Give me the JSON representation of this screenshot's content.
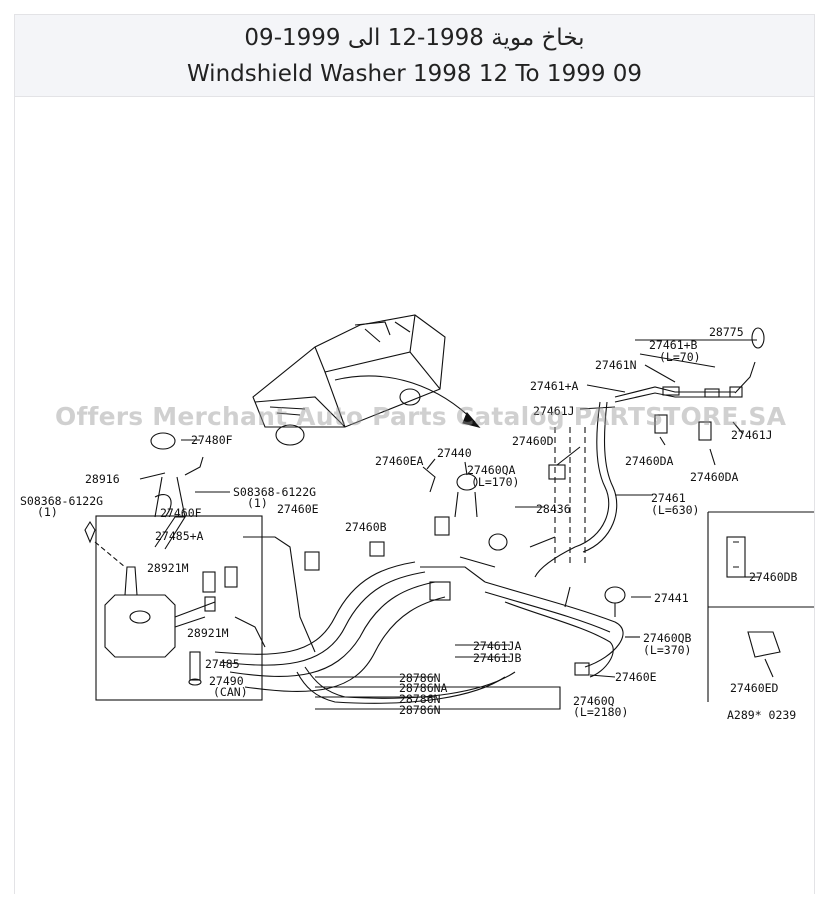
{
  "header": {
    "title_ar": "بخاخ موية 1998-12 الى 1999-09",
    "title_en": "Windshield Washer 1998 12 To 1999 09"
  },
  "watermark": "Offers Merchant Auto Parts Catalog PARTSTORE.SA",
  "colors": {
    "line": "#111111",
    "header_bg": "#f4f5f8",
    "border": "#e3e3e6"
  },
  "parts": {
    "p28775": "28775",
    "p27461B": "27461+B",
    "p27461B_len": "(L=70)",
    "p27461N": "27461N",
    "p27461A": "27461+A",
    "p27461J_a": "27461J",
    "p27461J_b": "27461J",
    "p27460D": "27460D",
    "p27460DA_a": "27460DA",
    "p27460DA_b": "27460DA",
    "p27461": "27461",
    "p27461_len": "(L=630)",
    "p27480F": "27480F",
    "p28916": "28916",
    "p27460EA": "27460EA",
    "p27440": "27440",
    "p27460QA": "27460QA",
    "p27460QA_len": "(L=170)",
    "s08368_a": "S08368-6122G",
    "s08368_a_qty": "(1)",
    "s08368_b": "S08368-6122G",
    "s08368_b_qty": "(1)",
    "p27460F": "27460F",
    "p27460E_top": "27460E",
    "p28436": "28436",
    "p27460B": "27460B",
    "p27485A": "27485+A",
    "p28921M_a": "28921M",
    "p28921M_b": "28921M",
    "p27485": "27485",
    "p27490": "27490",
    "p27490_can": "(CAN)",
    "p27441": "27441",
    "p27460QB": "27460QB",
    "p27460QB_len": "(L=370)",
    "p27461JA": "27461JA",
    "p27461JB": "27461JB",
    "p27460E": "27460E",
    "p28786N_a": "28786N",
    "p28786NA": "28786NA",
    "p28786N_b": "28786N",
    "p28786N_c": "28786N",
    "p27460Q": "27460Q",
    "p27460Q_len": "(L=2180)",
    "p27460DB": "27460DB",
    "p27460ED": "27460ED",
    "ref": "A289* 0239"
  }
}
